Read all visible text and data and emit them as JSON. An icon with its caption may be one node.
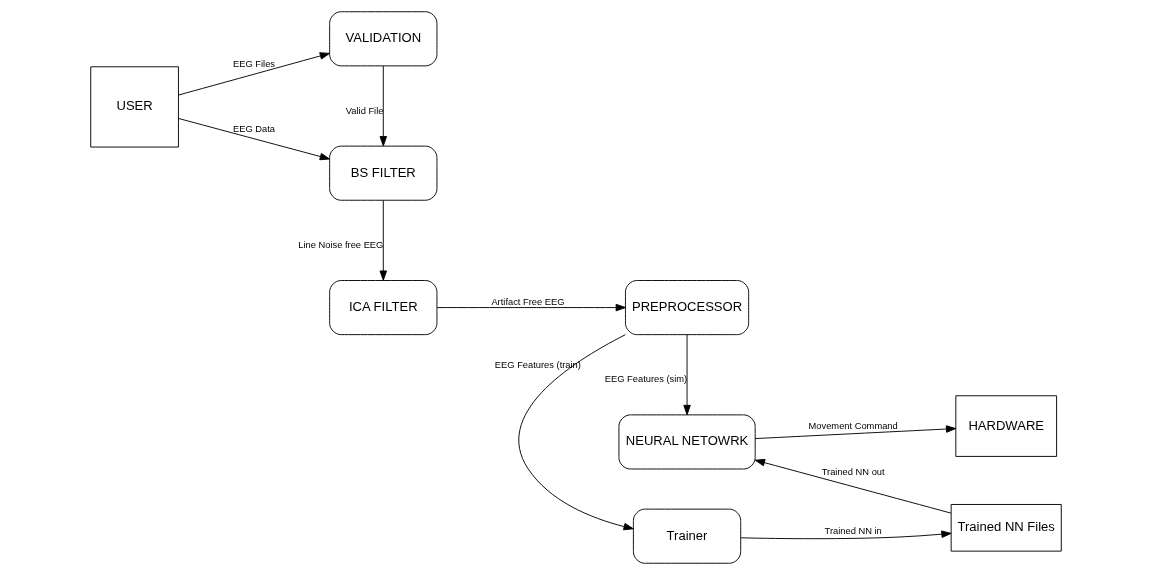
{
  "diagram": {
    "nodes": [
      {
        "text": [
          "USER"
        ]
      },
      {
        "text": [
          "BS FILTER"
        ]
      },
      {
        "text": [
          "ICA FILTER"
        ]
      },
      {
        "text": [
          "VALIDATION"
        ]
      },
      {
        "text": [
          "PREPROCESSOR"
        ]
      },
      {
        "text": [
          "NEURAL NETOWRK"
        ]
      },
      {
        "text": [
          "HARDWARE"
        ]
      },
      {
        "text": [
          "Trainer"
        ]
      },
      {
        "text": [
          "Trained NN Files"
        ]
      }
    ],
    "edges": [
      {
        "from": 0,
        "to": 1,
        "arrow": "to",
        "label": "EEG Data"
      },
      {
        "from": 1,
        "to": 2,
        "arrow": "to",
        "label": "Line Noise free EEG"
      },
      {
        "from": 2,
        "to": 4,
        "arrow": "to",
        "label": "Artifact Free EEG"
      },
      {
        "from": 0,
        "to": 3,
        "arrow": "to",
        "label": "EEG Files"
      },
      {
        "from": 3,
        "to": 1,
        "arrow": "to",
        "label": "Valid File"
      },
      {
        "from": 4,
        "to": 5,
        "arrow": "to",
        "label": "EEG Features (sim)"
      },
      {
        "from": 4,
        "to": 7,
        "arrow": "to",
        "label": "EEG Features (train)"
      },
      {
        "from": 7,
        "to": 8,
        "arrow": "to",
        "label": "Trained NN in"
      },
      {
        "from": 8,
        "to": 5,
        "arrow": "to",
        "label": "Trained NN out"
      },
      {
        "from": 5,
        "to": 6,
        "arrow": "to",
        "label": "Movement Command"
      }
    ]
  }
}
